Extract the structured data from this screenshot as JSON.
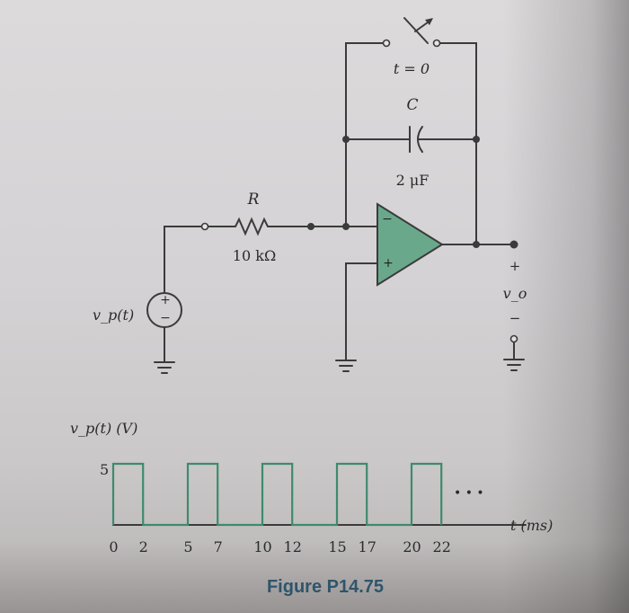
{
  "circuit": {
    "switch_label": "t = 0",
    "capacitor_label": "C",
    "capacitor_value": "2 μF",
    "resistor_label": "R",
    "resistor_value": "10 kΩ",
    "source_label": "v_p(t)",
    "source_plus": "+",
    "source_minus": "−",
    "opamp_minus": "−",
    "opamp_plus": "+",
    "output_plus": "+",
    "output_label": "v_o",
    "output_minus": "−"
  },
  "waveform": {
    "ylabel": "v_p(t) (V)",
    "xlabel": "t (ms)",
    "level_label": "5",
    "ellipsis": "• • •",
    "tick_labels": [
      "0",
      "2",
      "5",
      "7",
      "10",
      "12",
      "15",
      "17",
      "20",
      "22"
    ]
  },
  "figure_caption": "Figure P14.75",
  "colors": {
    "opamp_fill": "#6aa88c",
    "wire": "#3b3b3b",
    "pulse": "#3e8a6e",
    "caption": "#2f5d76"
  },
  "chart_data": {
    "type": "line",
    "title": "",
    "xlabel": "t (ms)",
    "ylabel": "v_p(t) (V)",
    "x": [
      0,
      0,
      2,
      2,
      5,
      5,
      7,
      7,
      10,
      10,
      12,
      12,
      15,
      15,
      17,
      17,
      20,
      20,
      22,
      22
    ],
    "y": [
      0,
      5,
      5,
      0,
      0,
      5,
      5,
      0,
      0,
      5,
      5,
      0,
      0,
      5,
      5,
      0,
      0,
      5,
      5,
      0
    ],
    "period_ms": 5,
    "pulse_width_ms": 2,
    "amplitude_v": 5,
    "continues": true
  }
}
